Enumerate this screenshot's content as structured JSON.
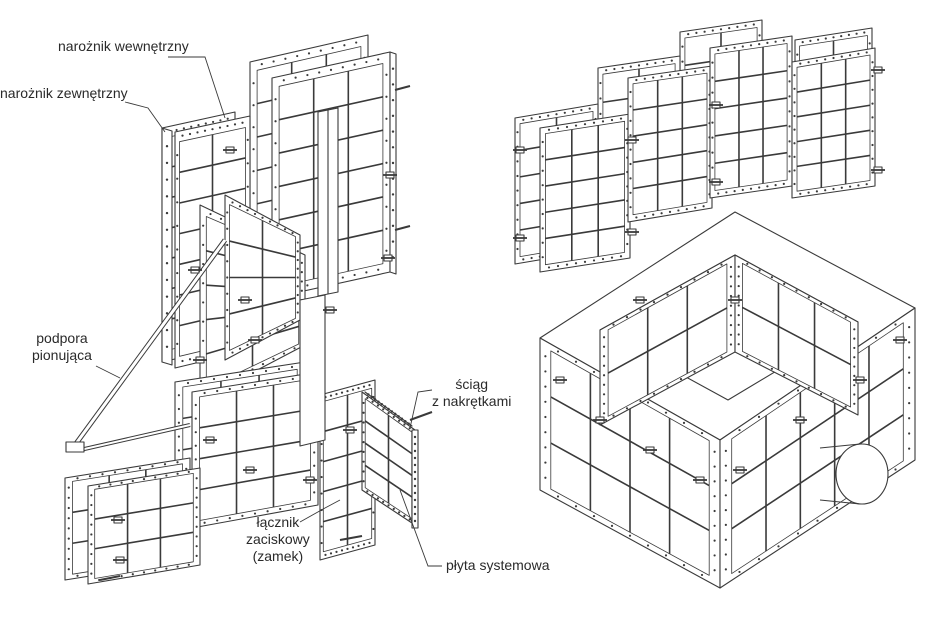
{
  "labels": {
    "naroznik_wewnetrzny": "narożnik wewnętrzny",
    "naroznik_zewnetrzny": "narożnik zewnętrzny",
    "podpora": [
      "podpora",
      "pionująca"
    ],
    "sciag": [
      "ściąg",
      "z nakrętkami"
    ],
    "lacznik": [
      "łącznik",
      "zaciskowy",
      "(zamek)"
    ],
    "plyta": "płyta systemowa"
  },
  "colors": {
    "line": "#3a3a3a",
    "background": "#ffffff",
    "text": "#2a2a2a"
  }
}
